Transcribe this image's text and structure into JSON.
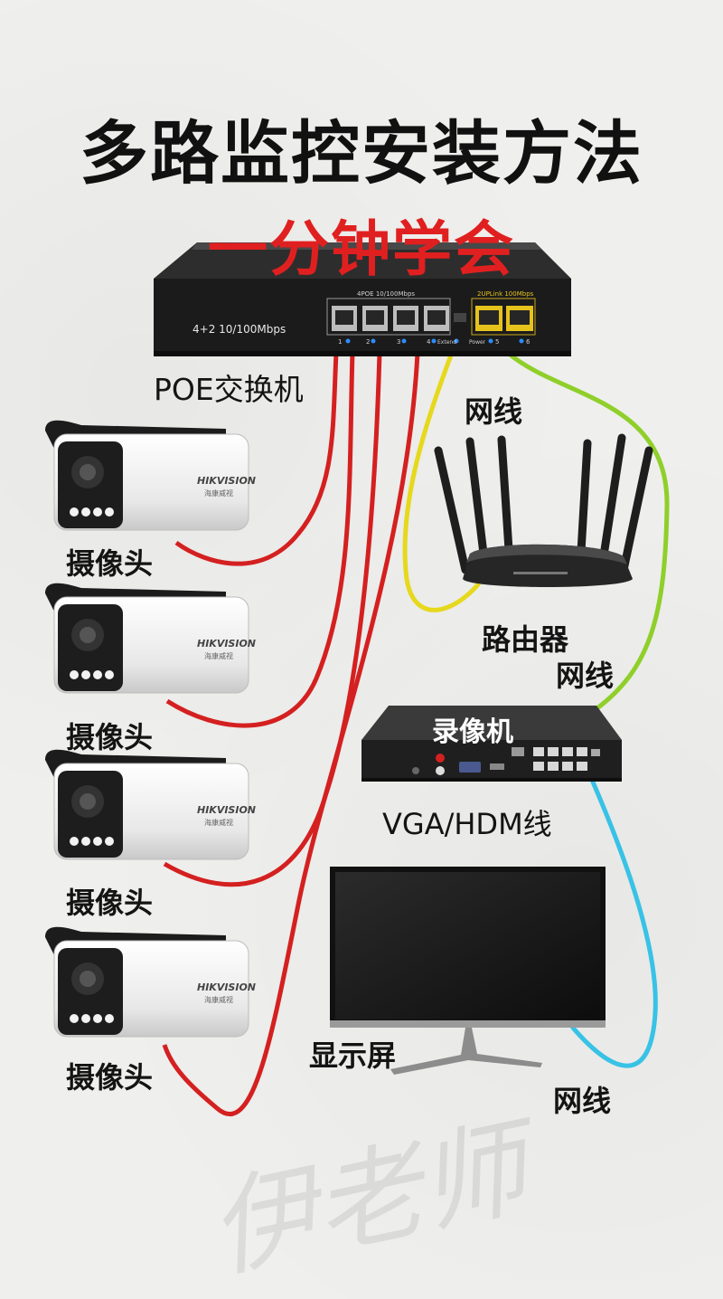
{
  "title": "多路监控安装方法",
  "subtitle": "一分钟学会",
  "switch": {
    "label": "POE交换机",
    "model_text": "4+2 10/100Mbps",
    "poe_ports_text": "4POE 10/100Mbps",
    "uplink_text": "2UPLink 100Mbps",
    "port_numbers": [
      "1",
      "2",
      "3",
      "4",
      "5",
      "6"
    ],
    "extend_text": "Extend",
    "power_text": "Power"
  },
  "cameras": {
    "label": "摄像头",
    "brand": "HIKVISION",
    "brand_cn": "海康威视",
    "count": 4
  },
  "router": {
    "label": "路由器"
  },
  "nvr": {
    "label": "录像机"
  },
  "monitor": {
    "label": "显示屏"
  },
  "cable_labels": {
    "switch_router": "网线",
    "switch_nvr": "网线",
    "nvr_video": "VGA/HDM线",
    "nvr_monitor": "网线"
  },
  "watermark": "伊老师",
  "colors": {
    "poe_cable": "#d42020",
    "router_cable": "#e6d81c",
    "nvr_cable": "#8fcf2a",
    "monitor_cable": "#38c2e6",
    "accent": "#e02020"
  }
}
